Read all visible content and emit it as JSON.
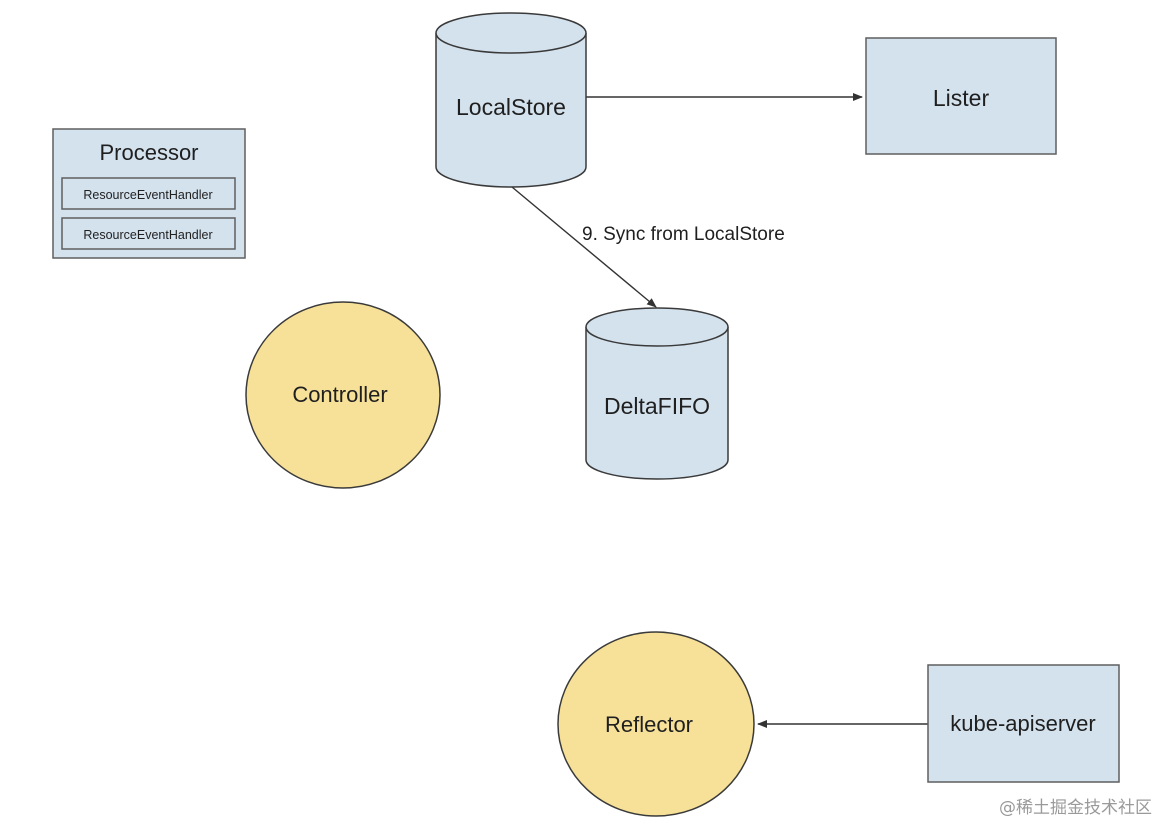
{
  "colors": {
    "box_fill": "#d4e2ee",
    "box_stroke": "#5f5f5f",
    "circle_fill": "#f7e199",
    "circle_stroke": "#3a3a3a",
    "edge": "#333333",
    "text": "#1f1f1f"
  },
  "nodes": {
    "processor": {
      "title": "Processor",
      "handlers": [
        "ResourceEventHandler",
        "ResourceEventHandler"
      ]
    },
    "local_store": {
      "label": "LocalStore"
    },
    "lister": {
      "label": "Lister"
    },
    "delta_fifo": {
      "label": "DeltaFIFO"
    },
    "controller": {
      "label": "Controller"
    },
    "reflector": {
      "label": "Reflector"
    },
    "kube_apiserver": {
      "label": "kube-apiserver"
    }
  },
  "edges": {
    "localstore_to_lister": {
      "label": ""
    },
    "sync_from_localstore": {
      "label": "9. Sync from LocalStore"
    },
    "apiserver_to_reflector": {
      "label": ""
    }
  },
  "watermark": "@稀土掘金技术社区"
}
